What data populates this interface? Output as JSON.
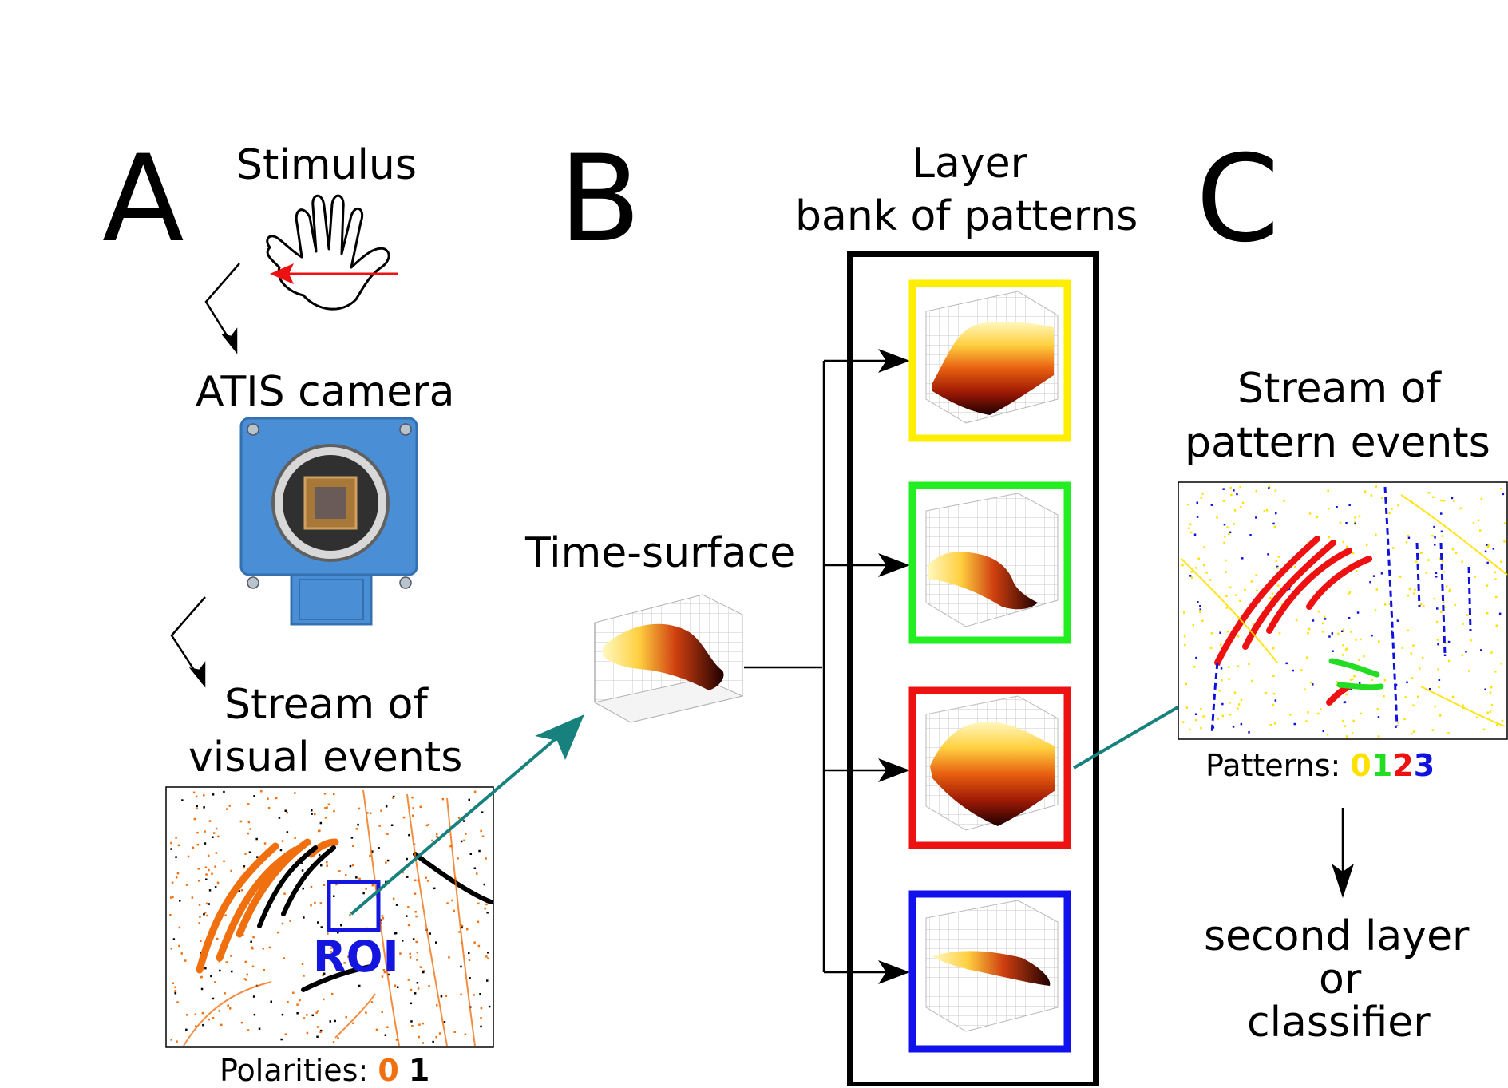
{
  "panels": {
    "a": "A",
    "b": "B",
    "c": "C"
  },
  "labels": {
    "stimulus": "Stimulus",
    "atis_camera": "ATIS camera",
    "stream_visual_1": "Stream of",
    "stream_visual_2": "visual events",
    "roi": "ROI",
    "polarities": "Polarities:",
    "polarity_0": "0",
    "polarity_1": "1",
    "time_surface": "Time-surface",
    "layer_1": "Layer",
    "layer_2": "bank of patterns",
    "stream_pattern_1": "Stream of",
    "stream_pattern_2": "pattern events",
    "patterns": "Patterns:",
    "pattern_0": "0",
    "pattern_1": "1",
    "pattern_2": "2",
    "pattern_3": "3",
    "second_layer": "second layer",
    "or": "or",
    "classifier": "classifier"
  },
  "colors": {
    "polarity_0": "#f07010",
    "polarity_1": "#000000",
    "pattern_0": "#ffe100",
    "pattern_1": "#22dd22",
    "pattern_2": "#ee1111",
    "pattern_3": "#1111dd",
    "roi": "#1515e0",
    "teal_arrow": "#17827d",
    "stimulus_arrow": "#ee1111",
    "camera_blue": "#4a8ed6"
  },
  "pattern_bank_borders": [
    "#ffee00",
    "#22ee22",
    "#ee1111",
    "#1111ee"
  ]
}
